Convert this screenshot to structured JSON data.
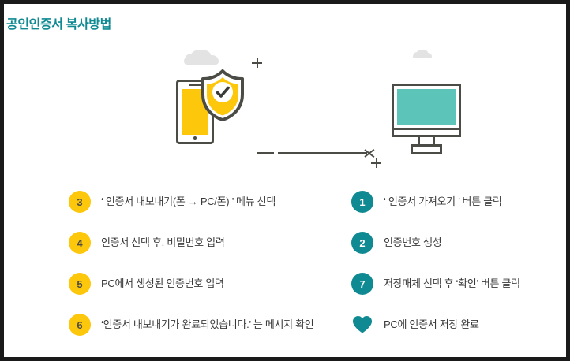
{
  "page": {
    "title": "공인인증서 복사방법",
    "title_color": "#0f8a92",
    "background": "#ffffff",
    "border_color": "#1a1a1a"
  },
  "illustration": {
    "phone_icon": "smartphone-icon",
    "shield_icon": "shield-check-icon",
    "monitor_icon": "desktop-monitor-icon",
    "cloud_left_icon": "cloud-icon",
    "cloud_right_icon": "cloud-icon",
    "arrow_icon": "dashed-arrow-right-icon",
    "plus_one_icon": "plus-icon",
    "plus_two_icon": "plus-icon",
    "colors": {
      "yellow": "#fdc70c",
      "teal": "#5cc4b8",
      "outline": "#4c4c47",
      "cloud": "#e3e3e3"
    }
  },
  "steps": {
    "left_column": [
      {
        "badge": "3",
        "badge_style": "yellow",
        "text": "‘ 인증서 내보내기(폰 → PC/폰) ’ 메뉴 선택"
      },
      {
        "badge": "4",
        "badge_style": "yellow",
        "text": "인증서 선택 후, 비밀번호 입력"
      },
      {
        "badge": "5",
        "badge_style": "yellow",
        "text": "PC에서 생성된 인증번호 입력"
      },
      {
        "badge": "6",
        "badge_style": "yellow",
        "text": "‘인증서 내보내기가 완료되었습니다.’ 는 메시지 확인"
      }
    ],
    "right_column": [
      {
        "badge": "1",
        "badge_style": "teal",
        "text": "‘ 인증서 가져오기 ’ 버튼 클릭"
      },
      {
        "badge": "2",
        "badge_style": "teal",
        "text": "인증번호 생성"
      },
      {
        "badge": "7",
        "badge_style": "teal",
        "text": "저장매체 선택 후 ‘확인’ 버튼 클릭"
      },
      {
        "badge": "heart",
        "badge_style": "heart",
        "text": "PC에 인증서 저장 완료"
      }
    ]
  }
}
